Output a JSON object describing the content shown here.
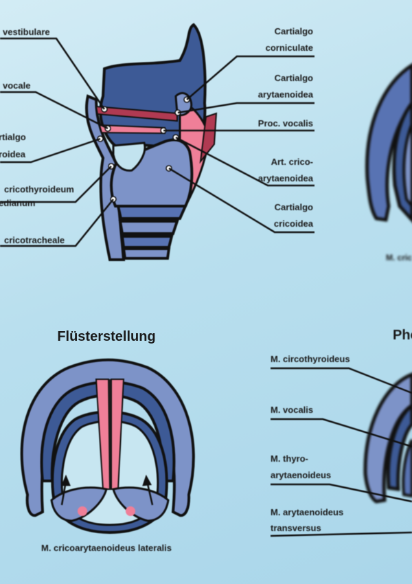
{
  "colors": {
    "dark_blue": "#3d5a96",
    "mid_blue": "#5873b3",
    "light_blue": "#7d93c8",
    "pink": "#ef7f98",
    "dark_red": "#b03a52",
    "outline": "#111111"
  },
  "top_figure": {
    "left_labels": [
      "vestibulare",
      "vocale",
      "rtialgo",
      "roidea",
      "cricothyroideum",
      "edianum",
      "cricotracheale"
    ],
    "right_labels": [
      {
        "lines": [
          "Cartialgo",
          "corniculate"
        ]
      },
      {
        "lines": [
          "Cartialgo",
          "arytaenoidea"
        ]
      },
      {
        "lines": [
          "Proc. vocalis"
        ]
      },
      {
        "lines": [
          "Art. crico-",
          "arytaenoidea"
        ]
      },
      {
        "lines": [
          "Cartialgo",
          "cricoidea"
        ]
      }
    ],
    "right_fragment": "M. cric"
  },
  "bottom_left": {
    "title": "Flüsterstellung",
    "caption": "M. cricoarytaenoideus lateralis"
  },
  "bottom_right": {
    "title_fragment": "Pho",
    "labels": [
      {
        "lines": [
          "M. circothyroideus"
        ]
      },
      {
        "lines": [
          "M. vocalis"
        ]
      },
      {
        "lines": [
          "M. thyro-",
          "arytaenoideus"
        ]
      },
      {
        "lines": [
          "M. arytaenoideus",
          "transversus"
        ]
      }
    ]
  }
}
